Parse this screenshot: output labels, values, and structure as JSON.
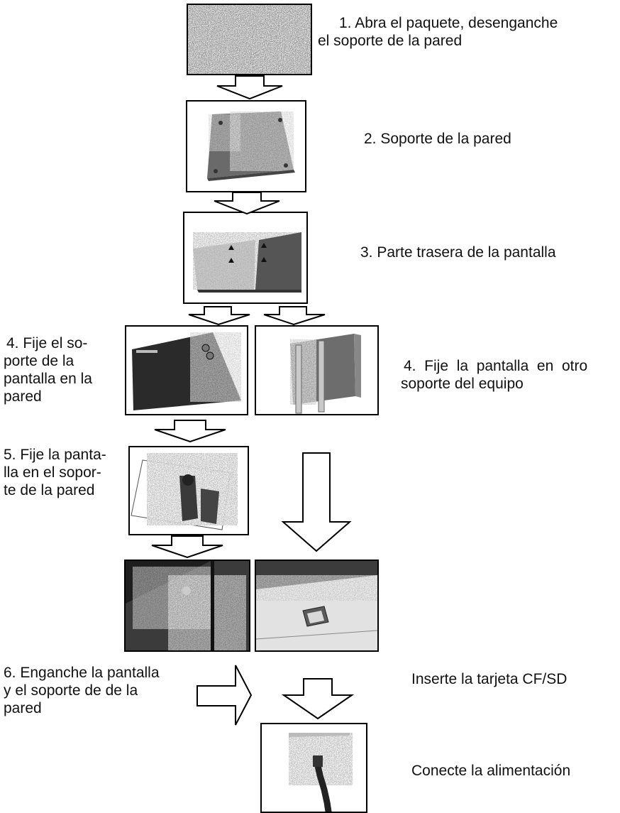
{
  "steps": {
    "s1_line1": "1. Abra el paquete, desenganche",
    "s1_line2": "el soporte de la pared",
    "s2": "2. Soporte de la pared",
    "s3": "3. Parte trasera de la pantalla",
    "s4a_line1": "4. Fije el so-",
    "s4a_line2": "porte de la",
    "s4a_line3": "pantalla en la",
    "s4a_line4": "pared",
    "s4b_line1": "4.  Fije  la  pantalla  en  otro",
    "s4b_line2": "soporte del equipo",
    "s5_line1": "5. Fije la panta-",
    "s5_line2": "lla en el sopor-",
    "s5_line3": "te de la pared",
    "s6_line1": "6. Enganche la pantalla",
    "s6_line2": "y el soporte de de la",
    "s6_line3": "pared",
    "card": "Inserte la tarjeta CF/SD",
    "power": "Conecte la alimentación"
  },
  "colors": {
    "stroke": "#000000",
    "background": "#ffffff",
    "text": "#111111"
  }
}
